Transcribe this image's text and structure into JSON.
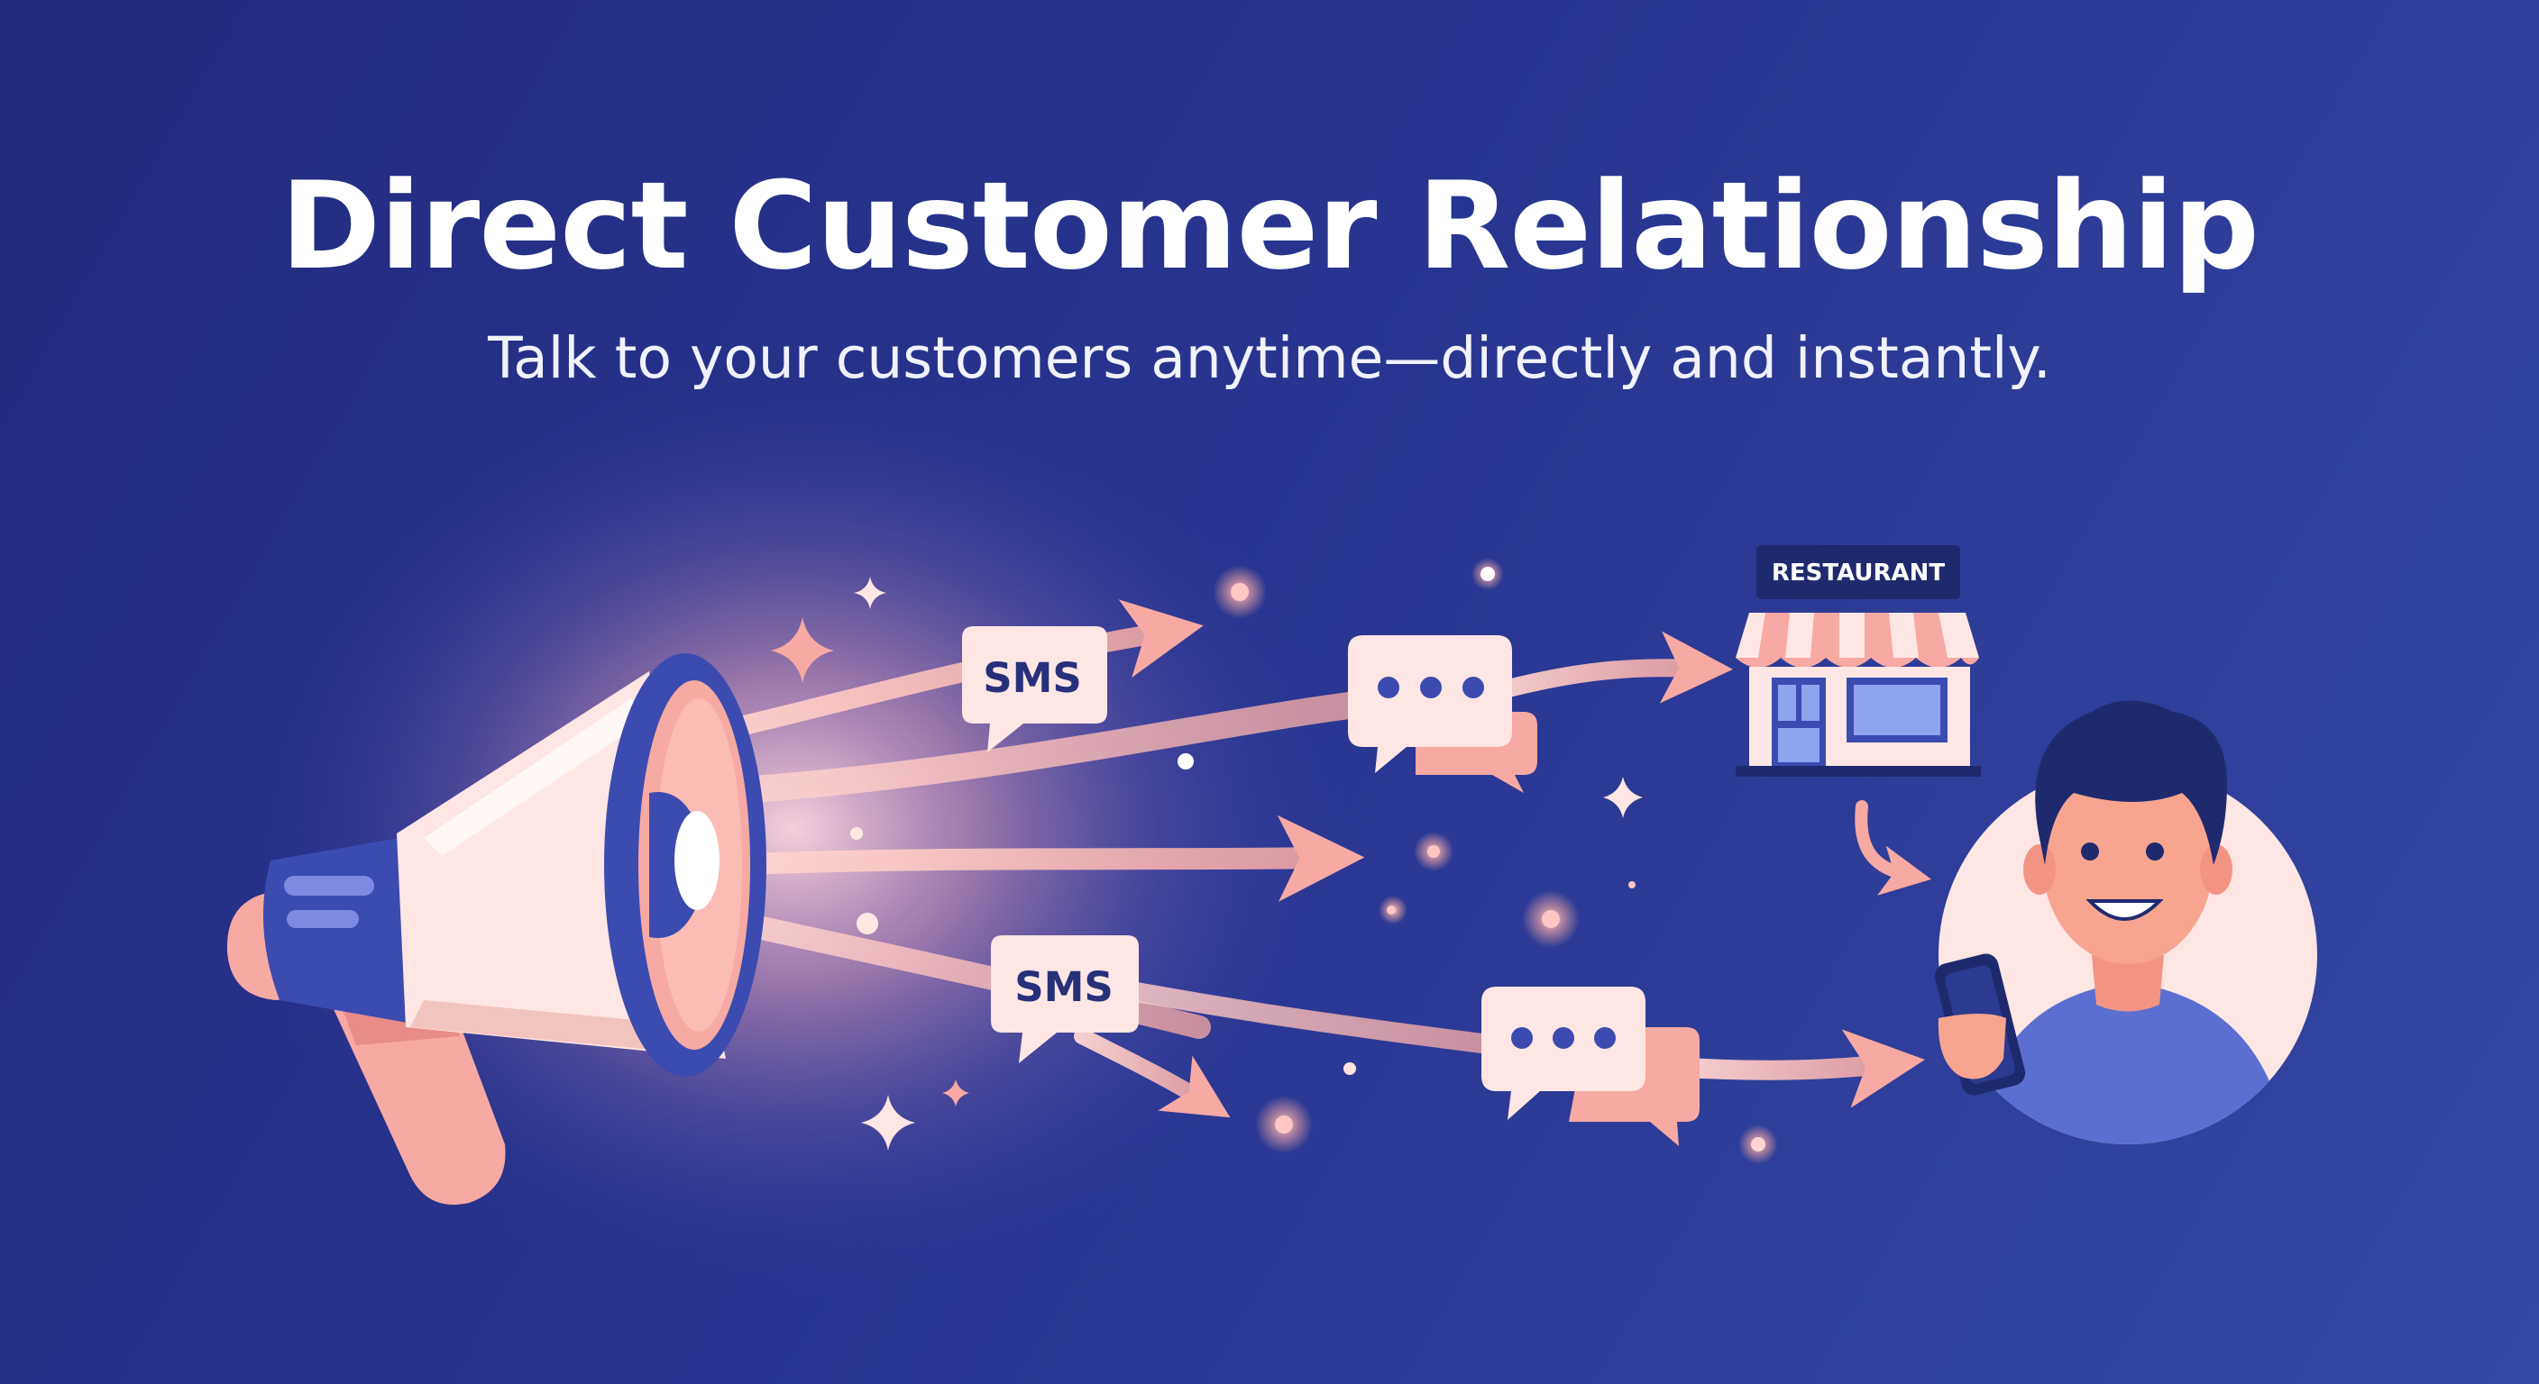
{
  "header": {
    "title": "Direct Customer Relationship",
    "subtitle": "Talk to your customers anytime—directly and instantly."
  },
  "illustration": {
    "sms_labels": [
      "SMS",
      "SMS"
    ],
    "typing_indicator": "•••",
    "store_sign": "RESTAURANT"
  },
  "icons": [
    "megaphone-icon",
    "chat-bubble-icon",
    "storefront-icon",
    "customer-avatar-icon",
    "smartphone-icon",
    "sparkle-icon"
  ],
  "colors": {
    "background": "#28348f",
    "accent_pink": "#f7a9a3",
    "accent_blue": "#3c4bb0",
    "bubble_fill": "#fde6e3",
    "text_dark": "#27307a"
  }
}
